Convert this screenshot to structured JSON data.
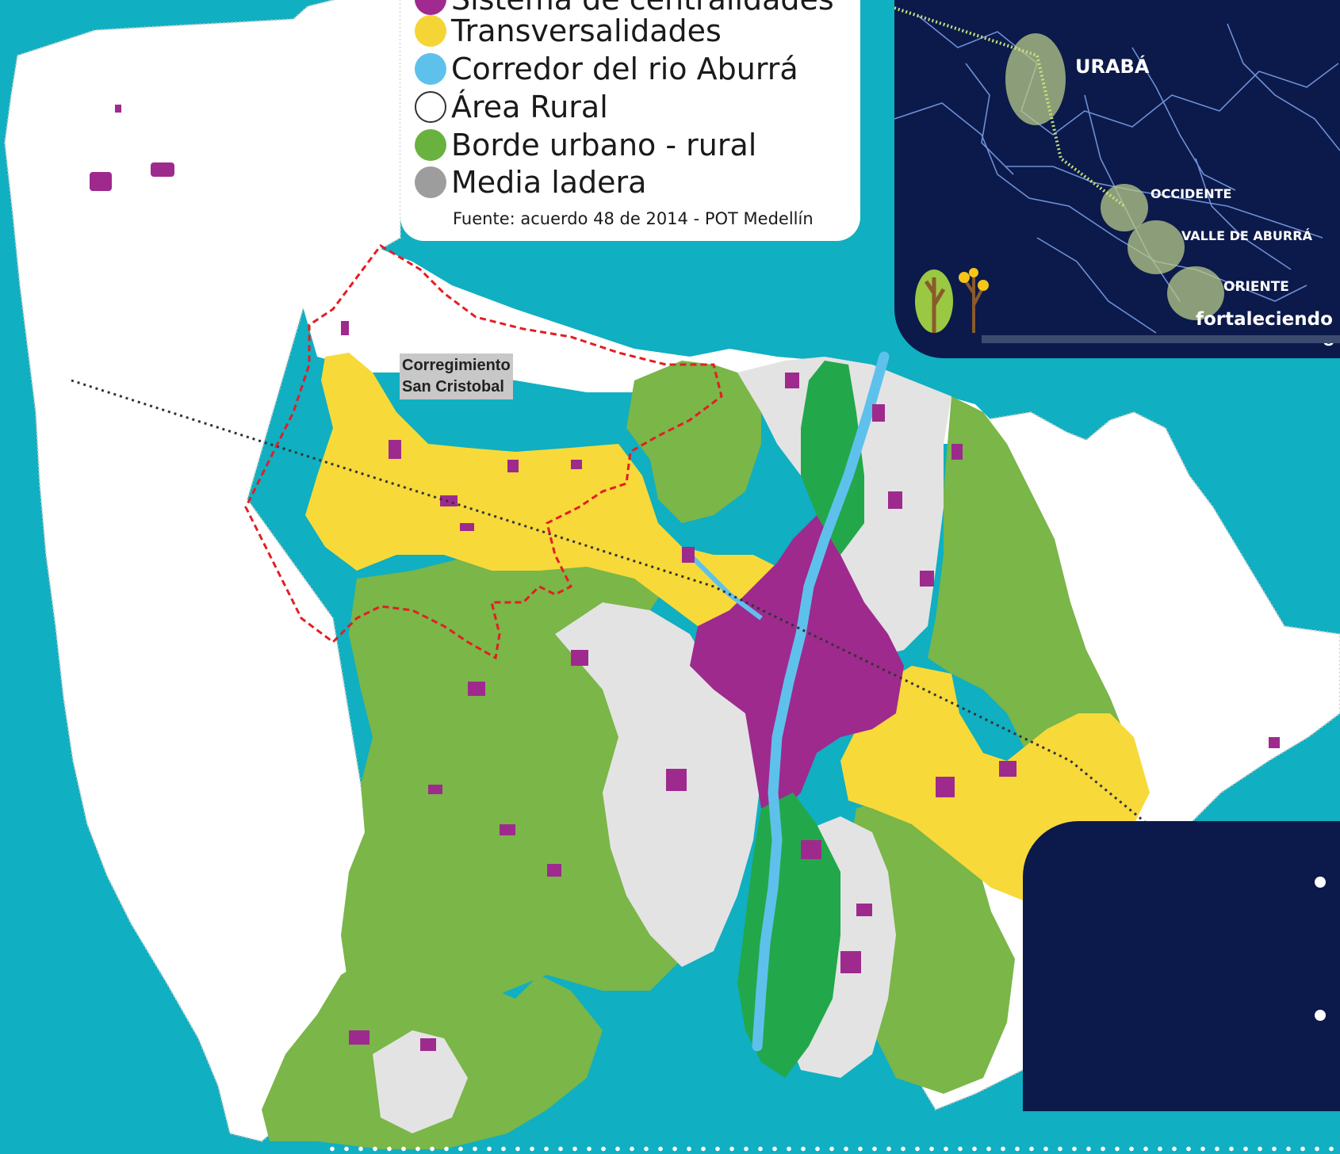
{
  "legend": {
    "items": [
      {
        "label": "Sistema de centralidades",
        "color": "#a02a8f"
      },
      {
        "label": "Transversalidades",
        "color": "#f5d535"
      },
      {
        "label": "Corredor del rio Aburrá",
        "color": "#5ec1ec"
      },
      {
        "label": "Área Rural",
        "color": "#ffffff"
      },
      {
        "label": "Borde urbano - rural",
        "color": "#6ab23f"
      },
      {
        "label": "Media ladera",
        "color": "#9d9d9d"
      }
    ],
    "source": "Fuente: acuerdo 48 de 2014 - POT Medellín"
  },
  "map": {
    "corregimiento_label_line1": "Corregimiento",
    "corregimiento_label_line2": "San Cristobal",
    "colors": {
      "background": "#10afc1",
      "rural": "#ffffff",
      "borde": "#7ab648",
      "media_ladera": "#e3e3e3",
      "transversalidad": "#f7d93a",
      "centralidad": "#9e2a8e",
      "rio": "#5ec1ec",
      "rio_corridor_green": "#22a84a",
      "corregimiento_boundary": "#e31e24"
    }
  },
  "inset": {
    "regions": [
      "URABÁ",
      "OCCIDENTE",
      "VALLE DE ABURRÁ",
      "ORIENTE"
    ],
    "caption": "fortaleciendo",
    "caption_tail": "O",
    "colors": {
      "background": "#0b1a4a",
      "outline": "#6f8fd6",
      "region_blob": "#b8c98a"
    }
  },
  "textbox": {
    "bullet_count": 2,
    "color": "#0b1a4a"
  }
}
